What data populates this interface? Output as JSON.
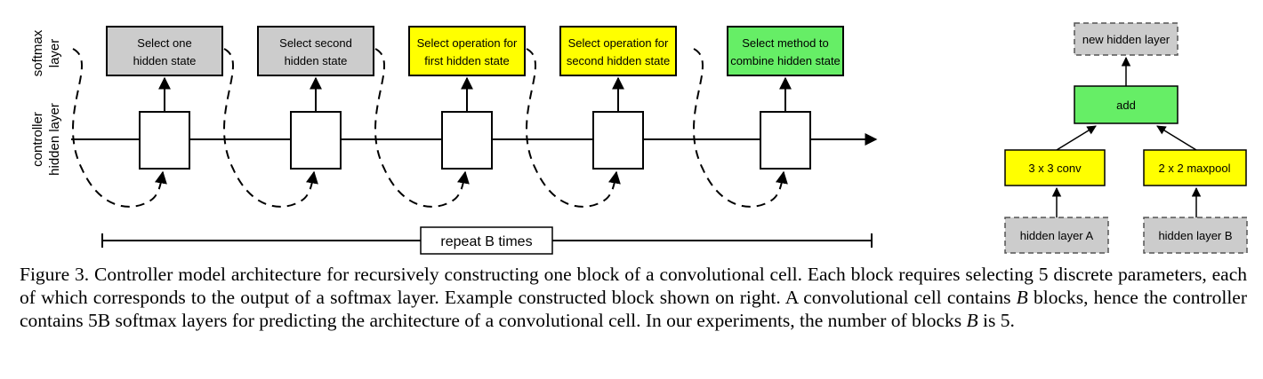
{
  "axis_labels": {
    "softmax": [
      "softmax",
      "layer"
    ],
    "controller": [
      "controller",
      "hidden layer"
    ]
  },
  "softmax_boxes": [
    {
      "lines": [
        "Select one",
        "hidden state"
      ],
      "color": "#cccccc"
    },
    {
      "lines": [
        "Select second",
        "hidden state"
      ],
      "color": "#cccccc"
    },
    {
      "lines": [
        "Select operation for",
        "first hidden state"
      ],
      "color": "#ffff00"
    },
    {
      "lines": [
        "Select operation for",
        "second hidden state"
      ],
      "color": "#ffff00"
    },
    {
      "lines": [
        "Select method to",
        "combine hidden state"
      ],
      "color": "#66ee66"
    }
  ],
  "repeat_label": "repeat B times",
  "example_block": {
    "new_hidden": "new hidden layer",
    "combine": "add",
    "op_a": "3 x 3 conv",
    "op_b": "2 x 2 maxpool",
    "input_a": "hidden layer A",
    "input_b": "hidden layer B",
    "colors": {
      "gray": "#cccccc",
      "yellow": "#ffff00",
      "green": "#66ee66"
    }
  },
  "caption": {
    "figure_label": "Figure 3.",
    "part1": "Controller model architecture for recursively constructing one block of a convolutional cell. Each block requires selecting 5 discrete parameters, each of which corresponds to the output of a softmax layer. Example constructed block shown on right. A convolutional cell contains",
    "var_b1": "B",
    "part2": "blocks, hence the controller contains",
    "softmax_count": "5B",
    "part3": "softmax layers for predicting the architecture of a convolutional cell. In our experiments, the number of blocks",
    "var_b2": "B",
    "part4": "is 5."
  }
}
